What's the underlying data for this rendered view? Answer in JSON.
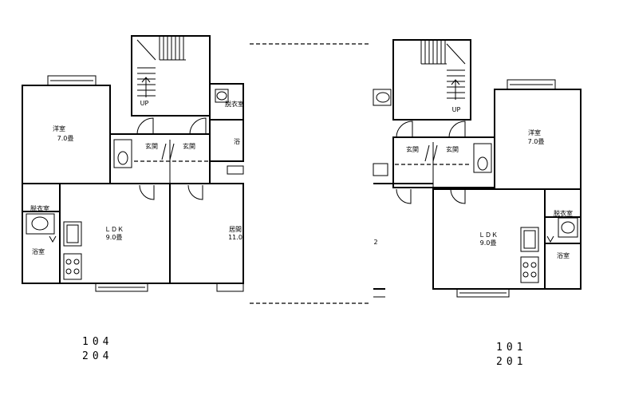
{
  "left_plan": {
    "rooms": {
      "western_room": "洋室",
      "western_size": "7.0畳",
      "ldk": "ＬＤＫ",
      "ldk_size": "9.0畳",
      "living": "居間",
      "living_size": "11.0",
      "washroom": "脱衣室",
      "washroom_right": "脱衣室",
      "bath": "浴室",
      "bath_right": "浴",
      "entrance_a": "玄関",
      "entrance_b": "玄関",
      "stairs_up": "UP"
    }
  },
  "right_plan": {
    "rooms": {
      "western_room": "洋室",
      "western_size": "7.0畳",
      "ldk": "ＬＤＫ",
      "ldk_size": "9.0畳",
      "washroom": "脱衣室",
      "bath": "浴室",
      "entrance_a": "玄関",
      "entrance_b": "玄関",
      "stairs_up": "UP",
      "cut_fragment": "2"
    }
  },
  "unit_labels": {
    "left_line1": "104",
    "left_line2": "204",
    "right_line1": "101",
    "right_line2": "201"
  }
}
